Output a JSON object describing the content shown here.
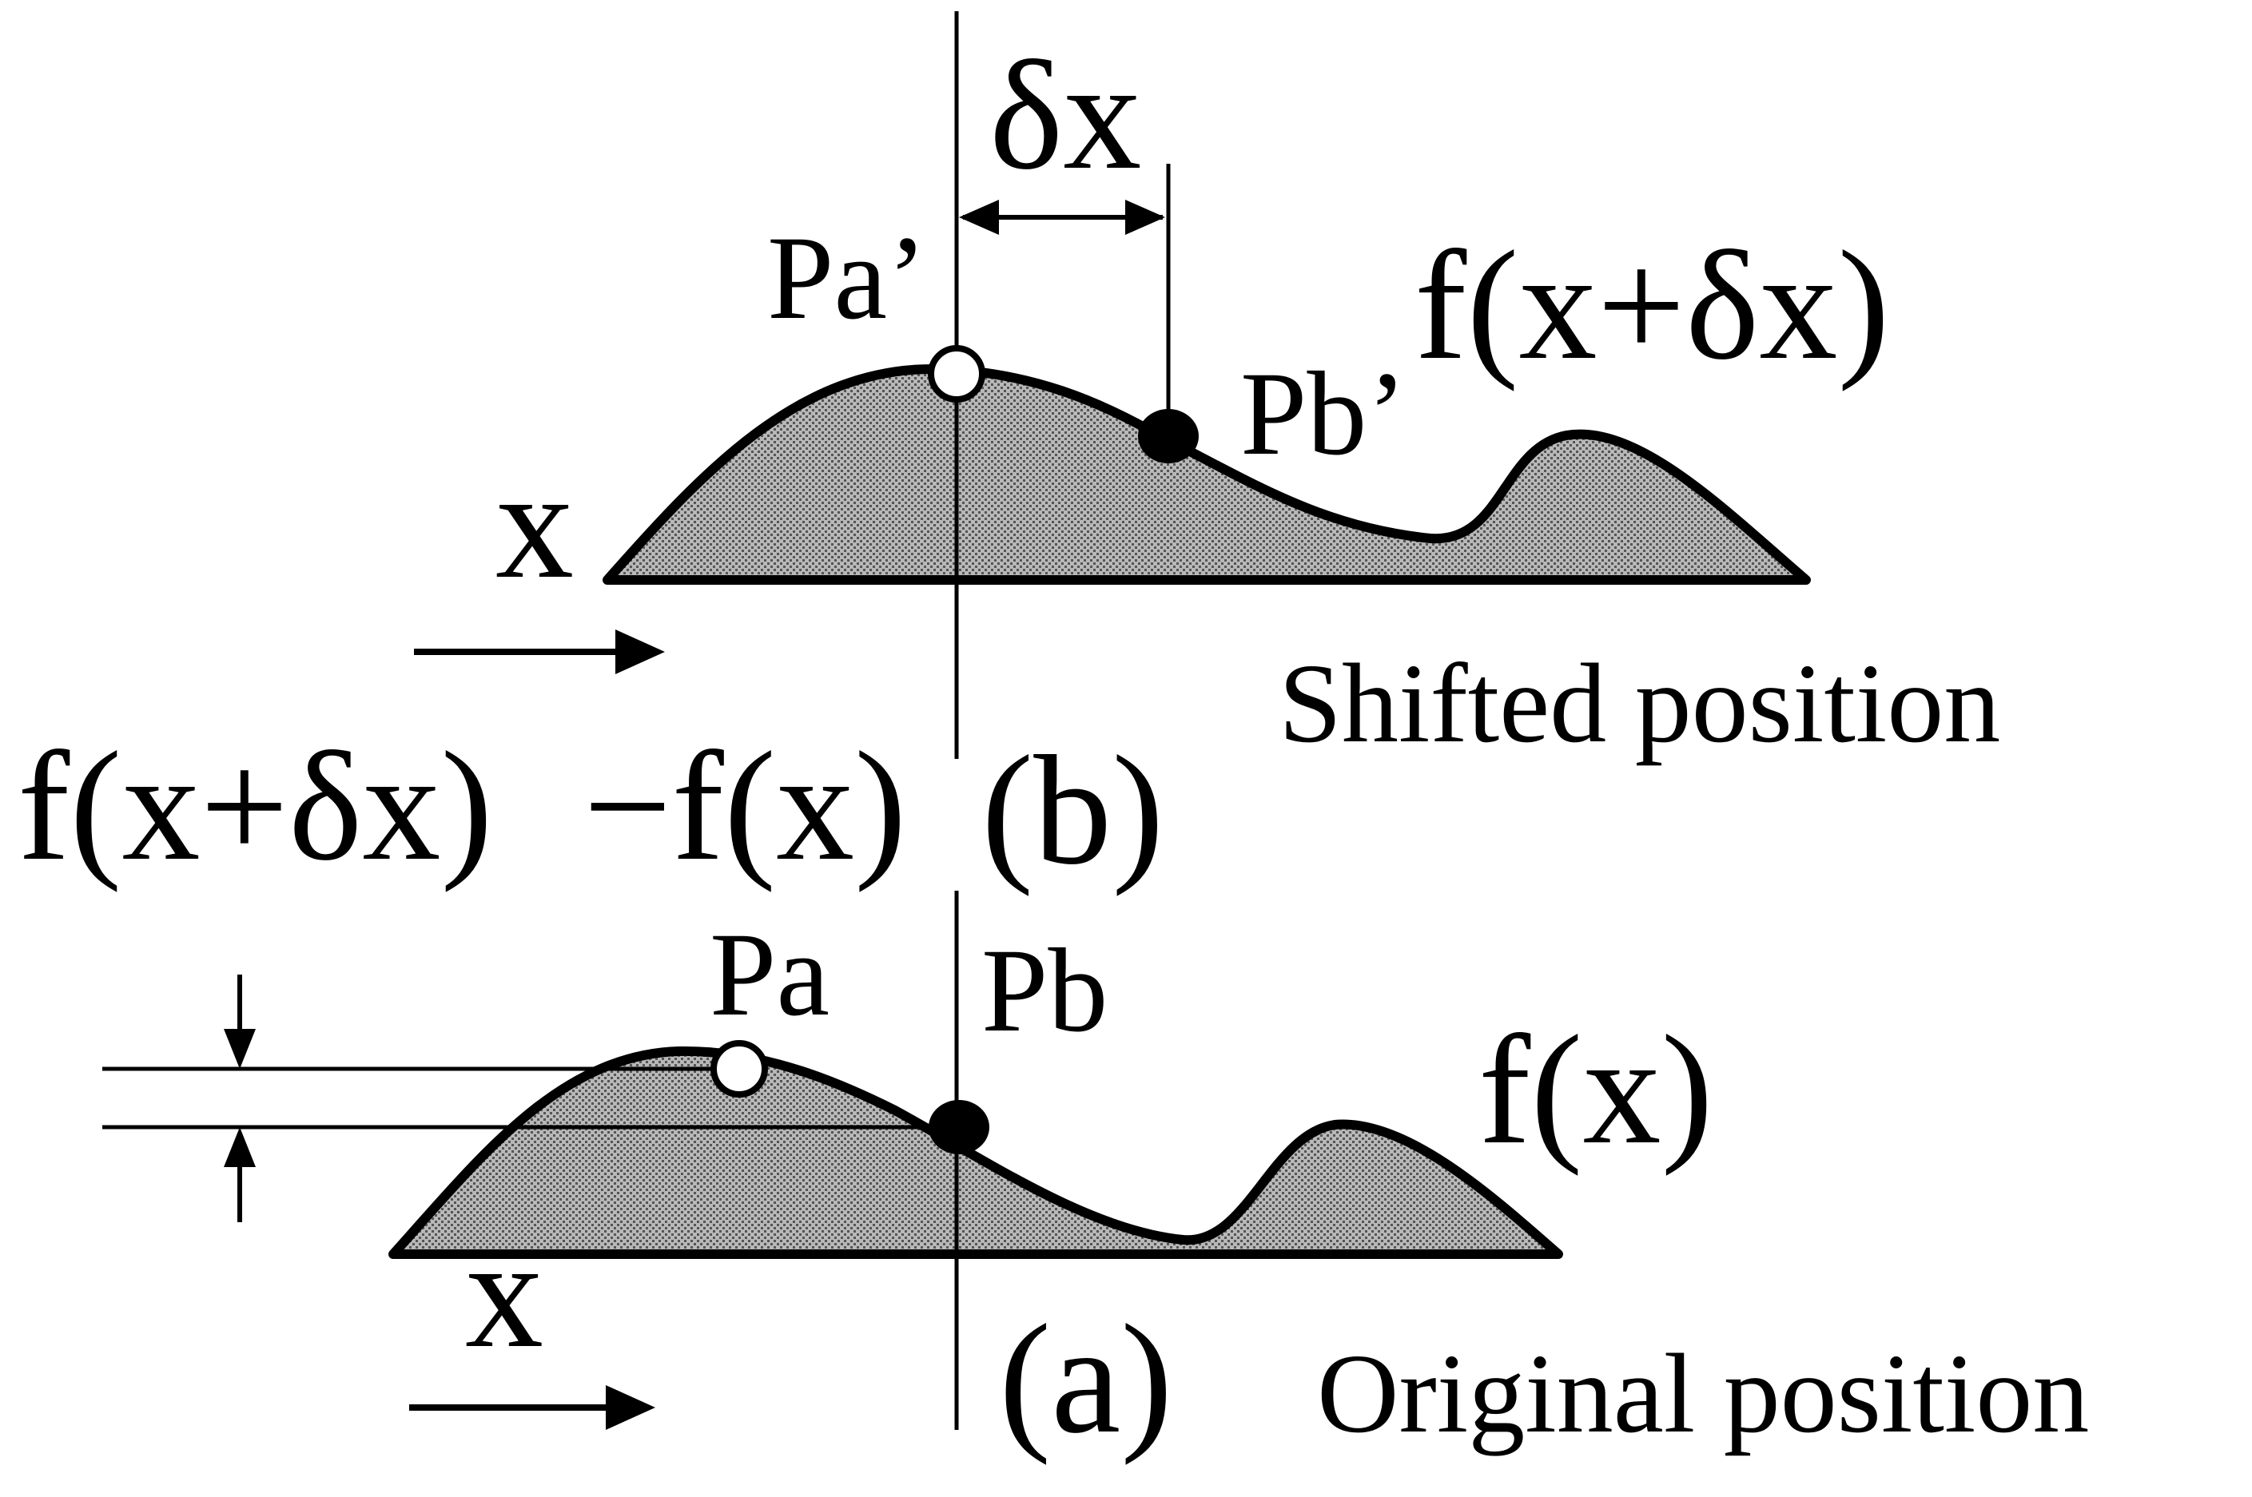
{
  "panels": {
    "shifted": {
      "function_label": "f(x+δx)",
      "axis_label": "x",
      "tag": "(b)",
      "caption": "Shifted position",
      "point_a": "Pa’",
      "point_b": "Pb’"
    },
    "original": {
      "function_label": "f(x)",
      "axis_label": "x",
      "tag": "(a)",
      "caption": "Original position",
      "point_a": "Pa",
      "point_b": "Pb"
    }
  },
  "shift_label": "δx",
  "difference_label": {
    "term1": "f(x+δx)",
    "term2": "−f(x)"
  },
  "colors": {
    "ink": "#000000",
    "fill": "#a9a9a9",
    "background": "#ffffff"
  }
}
